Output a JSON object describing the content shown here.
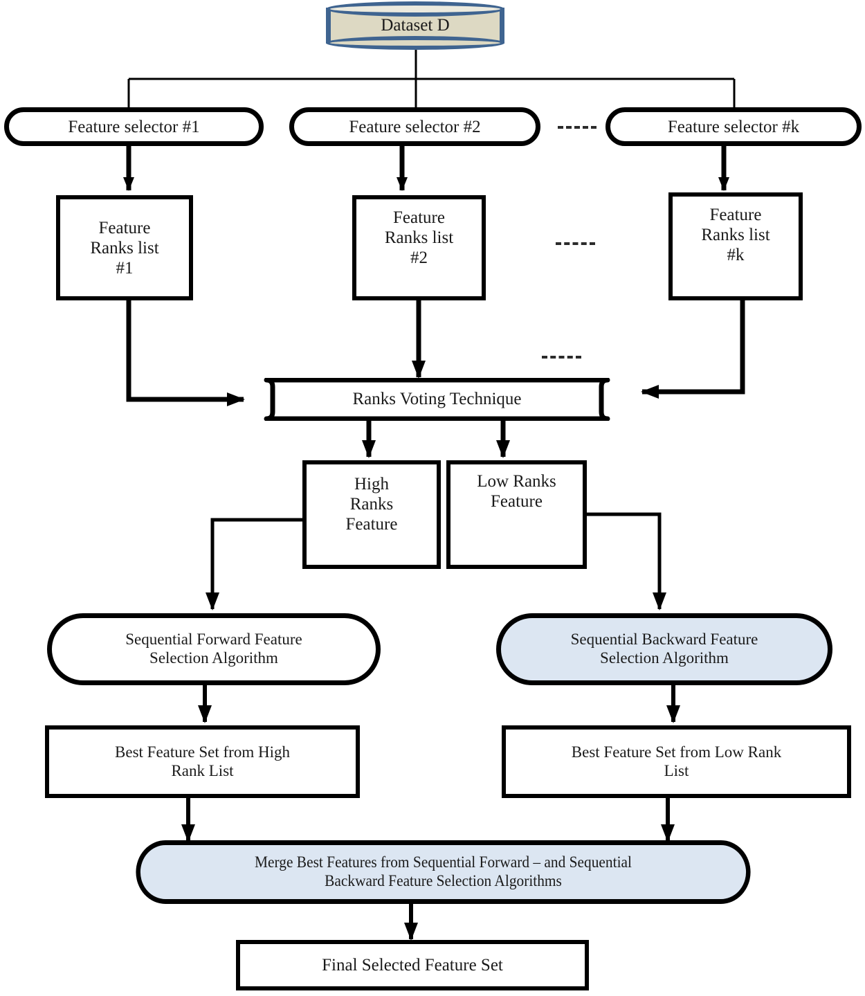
{
  "diagram": {
    "title": "Feature selection ensemble flowchart",
    "colors": {
      "cylinder_fill": "#ddd9c3",
      "cylinder_border": "#3f6490",
      "highlight_fill": "#dce6f2",
      "stroke": "#000000",
      "text": "#1a1a1a"
    },
    "nodes": {
      "dataset": {
        "label": "Dataset D",
        "shape": "cylinder"
      },
      "selector_1": {
        "label": "Feature selector #1",
        "shape": "stadium"
      },
      "selector_2": {
        "label": "Feature selector #2",
        "shape": "stadium"
      },
      "selector_k": {
        "label": "Feature selector #k",
        "shape": "stadium"
      },
      "ranks_list_1": {
        "line1": "Feature",
        "line2": "Ranks list",
        "line3": "#1",
        "shape": "rect"
      },
      "ranks_list_2": {
        "line1": "Feature",
        "line2": "Ranks list",
        "line3": "#2",
        "shape": "rect"
      },
      "ranks_list_k": {
        "line1": "Feature",
        "line2": "Ranks list",
        "line3": "#k",
        "shape": "rect"
      },
      "voting": {
        "label": "Ranks Voting Technique",
        "shape": "preparation"
      },
      "high_ranks": {
        "line1": "High",
        "line2": "Ranks",
        "line3": "Feature",
        "shape": "rect"
      },
      "low_ranks": {
        "line1": "Low Ranks",
        "line2": "Feature",
        "shape": "rect"
      },
      "sffs": {
        "line1": "Sequential Forward Feature",
        "line2": "Selection Algorithm",
        "shape": "stadium",
        "fill": "white"
      },
      "sbfs": {
        "line1": "Sequential Backward Feature",
        "line2": "Selection Algorithm",
        "shape": "stadium",
        "fill": "#dce6f2"
      },
      "best_high": {
        "line1": "Best Feature Set from High",
        "line2": "Rank List",
        "shape": "rect"
      },
      "best_low": {
        "line1": "Best Feature Set from Low Rank",
        "line2": "List",
        "shape": "rect"
      },
      "merge": {
        "line1": "Merge Best Features from Sequential Forward – and Sequential",
        "line2": "Backward Feature Selection Algorithms",
        "shape": "stadium",
        "fill": "#dce6f2"
      },
      "final": {
        "label": "Final Selected Feature Set",
        "shape": "rect"
      }
    },
    "ellipsis_marks": {
      "between_selectors": "-----",
      "between_rank_lists": "-----",
      "below_rank_lists": "-----"
    }
  }
}
